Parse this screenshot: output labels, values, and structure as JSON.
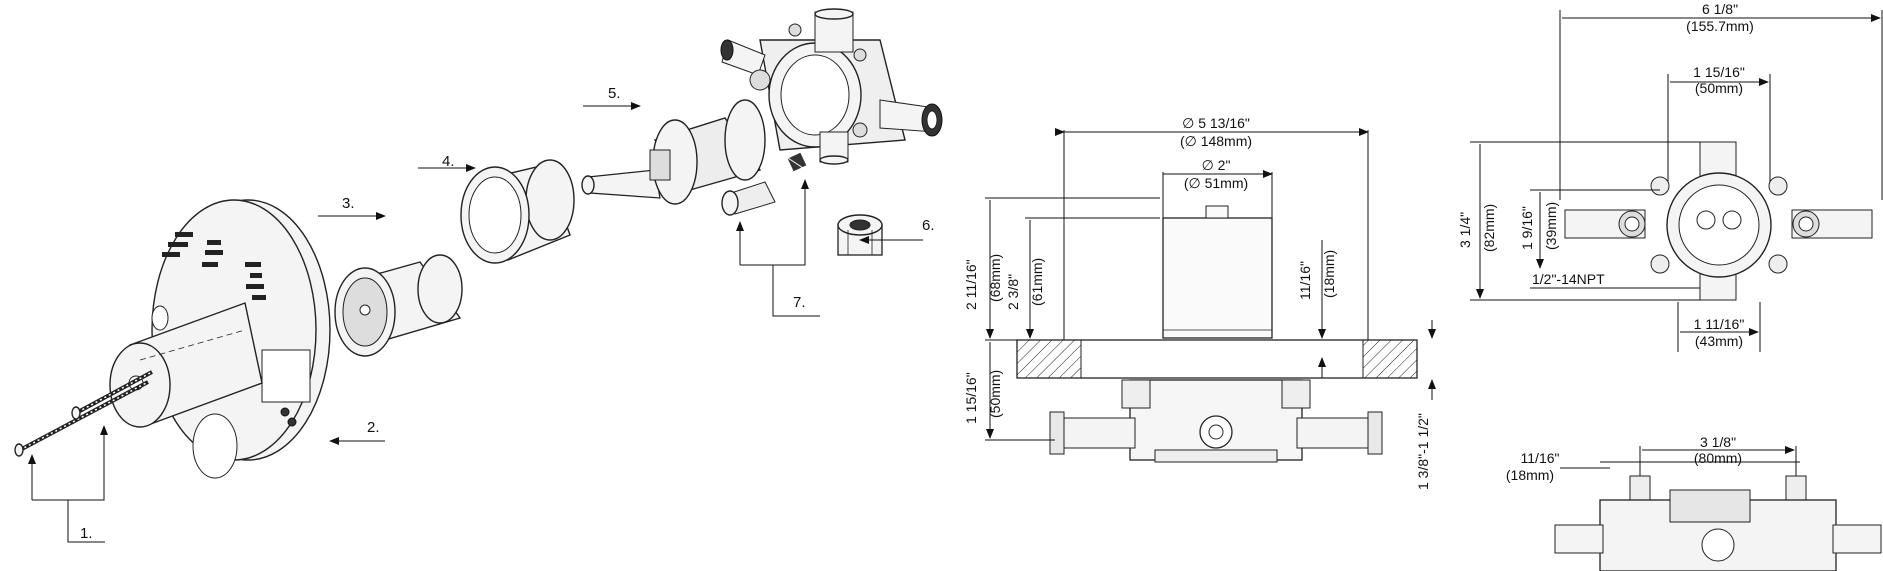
{
  "callouts": [
    "1.",
    "2.",
    "3.",
    "4.",
    "5.",
    "6.",
    "7."
  ],
  "side_view": {
    "flange_dia_in": "∅ 5 13/16\"",
    "flange_dia_mm": "(∅ 148mm)",
    "body_dia_in": "∅ 2\"",
    "body_dia_mm": "(∅ 51mm)",
    "h1_in": "2 11/16\"",
    "h1_mm": "(68mm)",
    "h2_in": "2 3/8\"",
    "h2_mm": "(61mm)",
    "h3_in": "11/16\"",
    "h3_mm": "(18mm)",
    "h4_in": "1 15/16\"",
    "h4_mm": "(50mm)",
    "wall_range": "1 3/8\"-1 1/2\""
  },
  "front_view": {
    "w_total_in": "6 1/8\"",
    "w_total_mm": "(155.7mm)",
    "w_mid_in": "1 15/16\"",
    "w_mid_mm": "(50mm)",
    "h_total_in": "3 1/4\"",
    "h_total_mm": "(82mm)",
    "h_off_in": "1 9/16\"",
    "h_off_mm": "(39mm)",
    "npt": "1/2\"-14NPT",
    "w_bottom_in": "1 11/16\"",
    "w_bottom_mm": "(43mm)"
  },
  "bottom_view": {
    "offset_in": "11/16\"",
    "offset_mm": "(18mm)",
    "spacing_in": "3 1/8\"",
    "spacing_mm": "(80mm)"
  }
}
